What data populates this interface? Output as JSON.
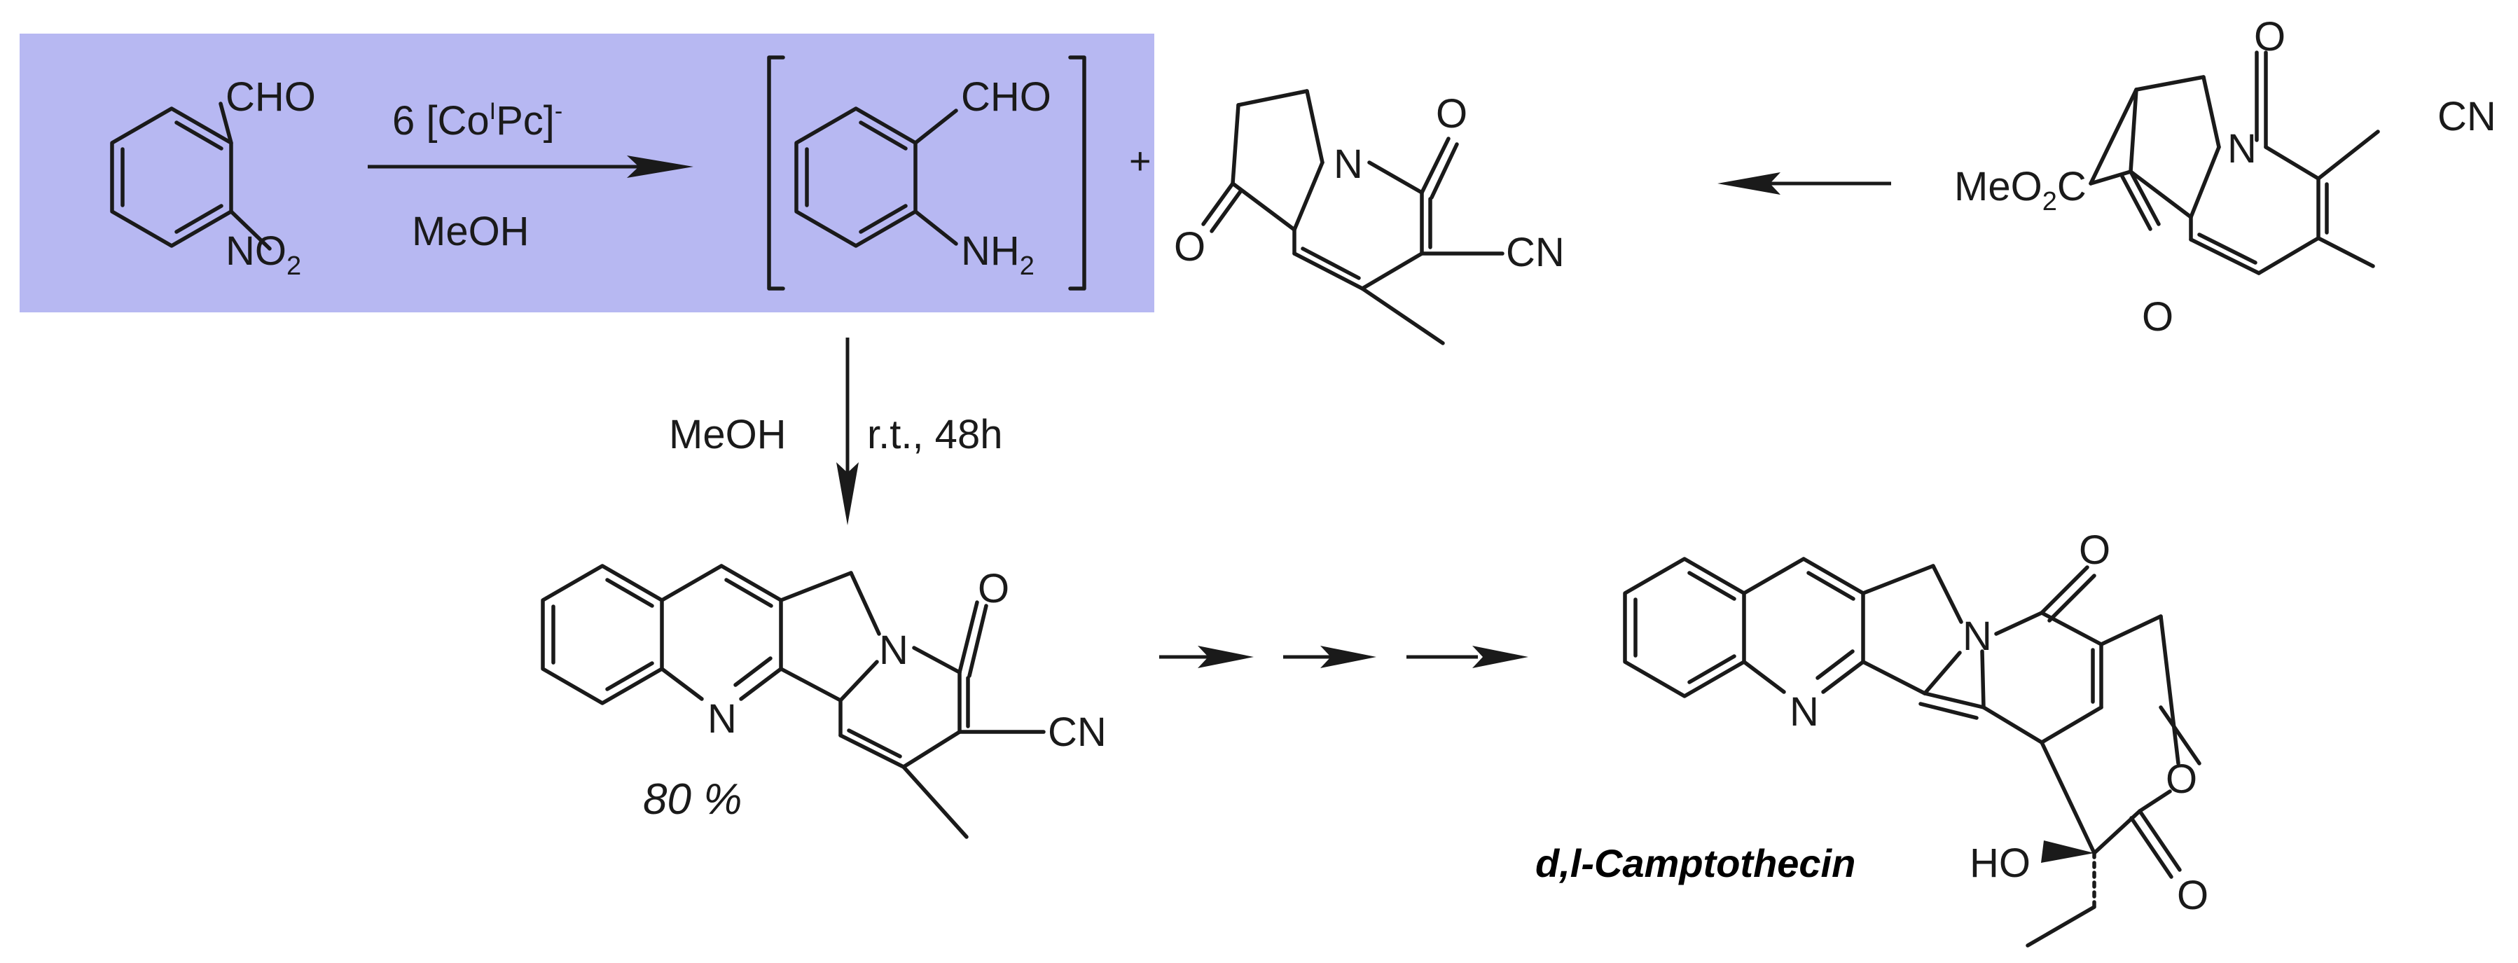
{
  "colors": {
    "highlight_box": "#b7b8f2",
    "ink": "#1a1a1a",
    "background": "#ffffff"
  },
  "reagents": {
    "step1_top": "6 [Co",
    "step1_oxidation": "I",
    "step1_mid": "Pc]",
    "step1_charge": "-",
    "step1_solvent": "MeOH",
    "step2_solvent": "MeOH",
    "step2_conditions": "r.t., 48h"
  },
  "atoms": {
    "cho": "CHO",
    "no2_main": "NO",
    "no2_sub": "2",
    "nh2_main": "NH",
    "nh2_sub": "2",
    "o": "O",
    "n": "N",
    "cn": "CN",
    "meo2c_main": "MeO",
    "meo2c_sub": "2",
    "meo2c_tail": "C",
    "ho": "HO"
  },
  "plus_sign": "+",
  "yield_label": "80 %",
  "product_name": "d,l-Camptothecin"
}
